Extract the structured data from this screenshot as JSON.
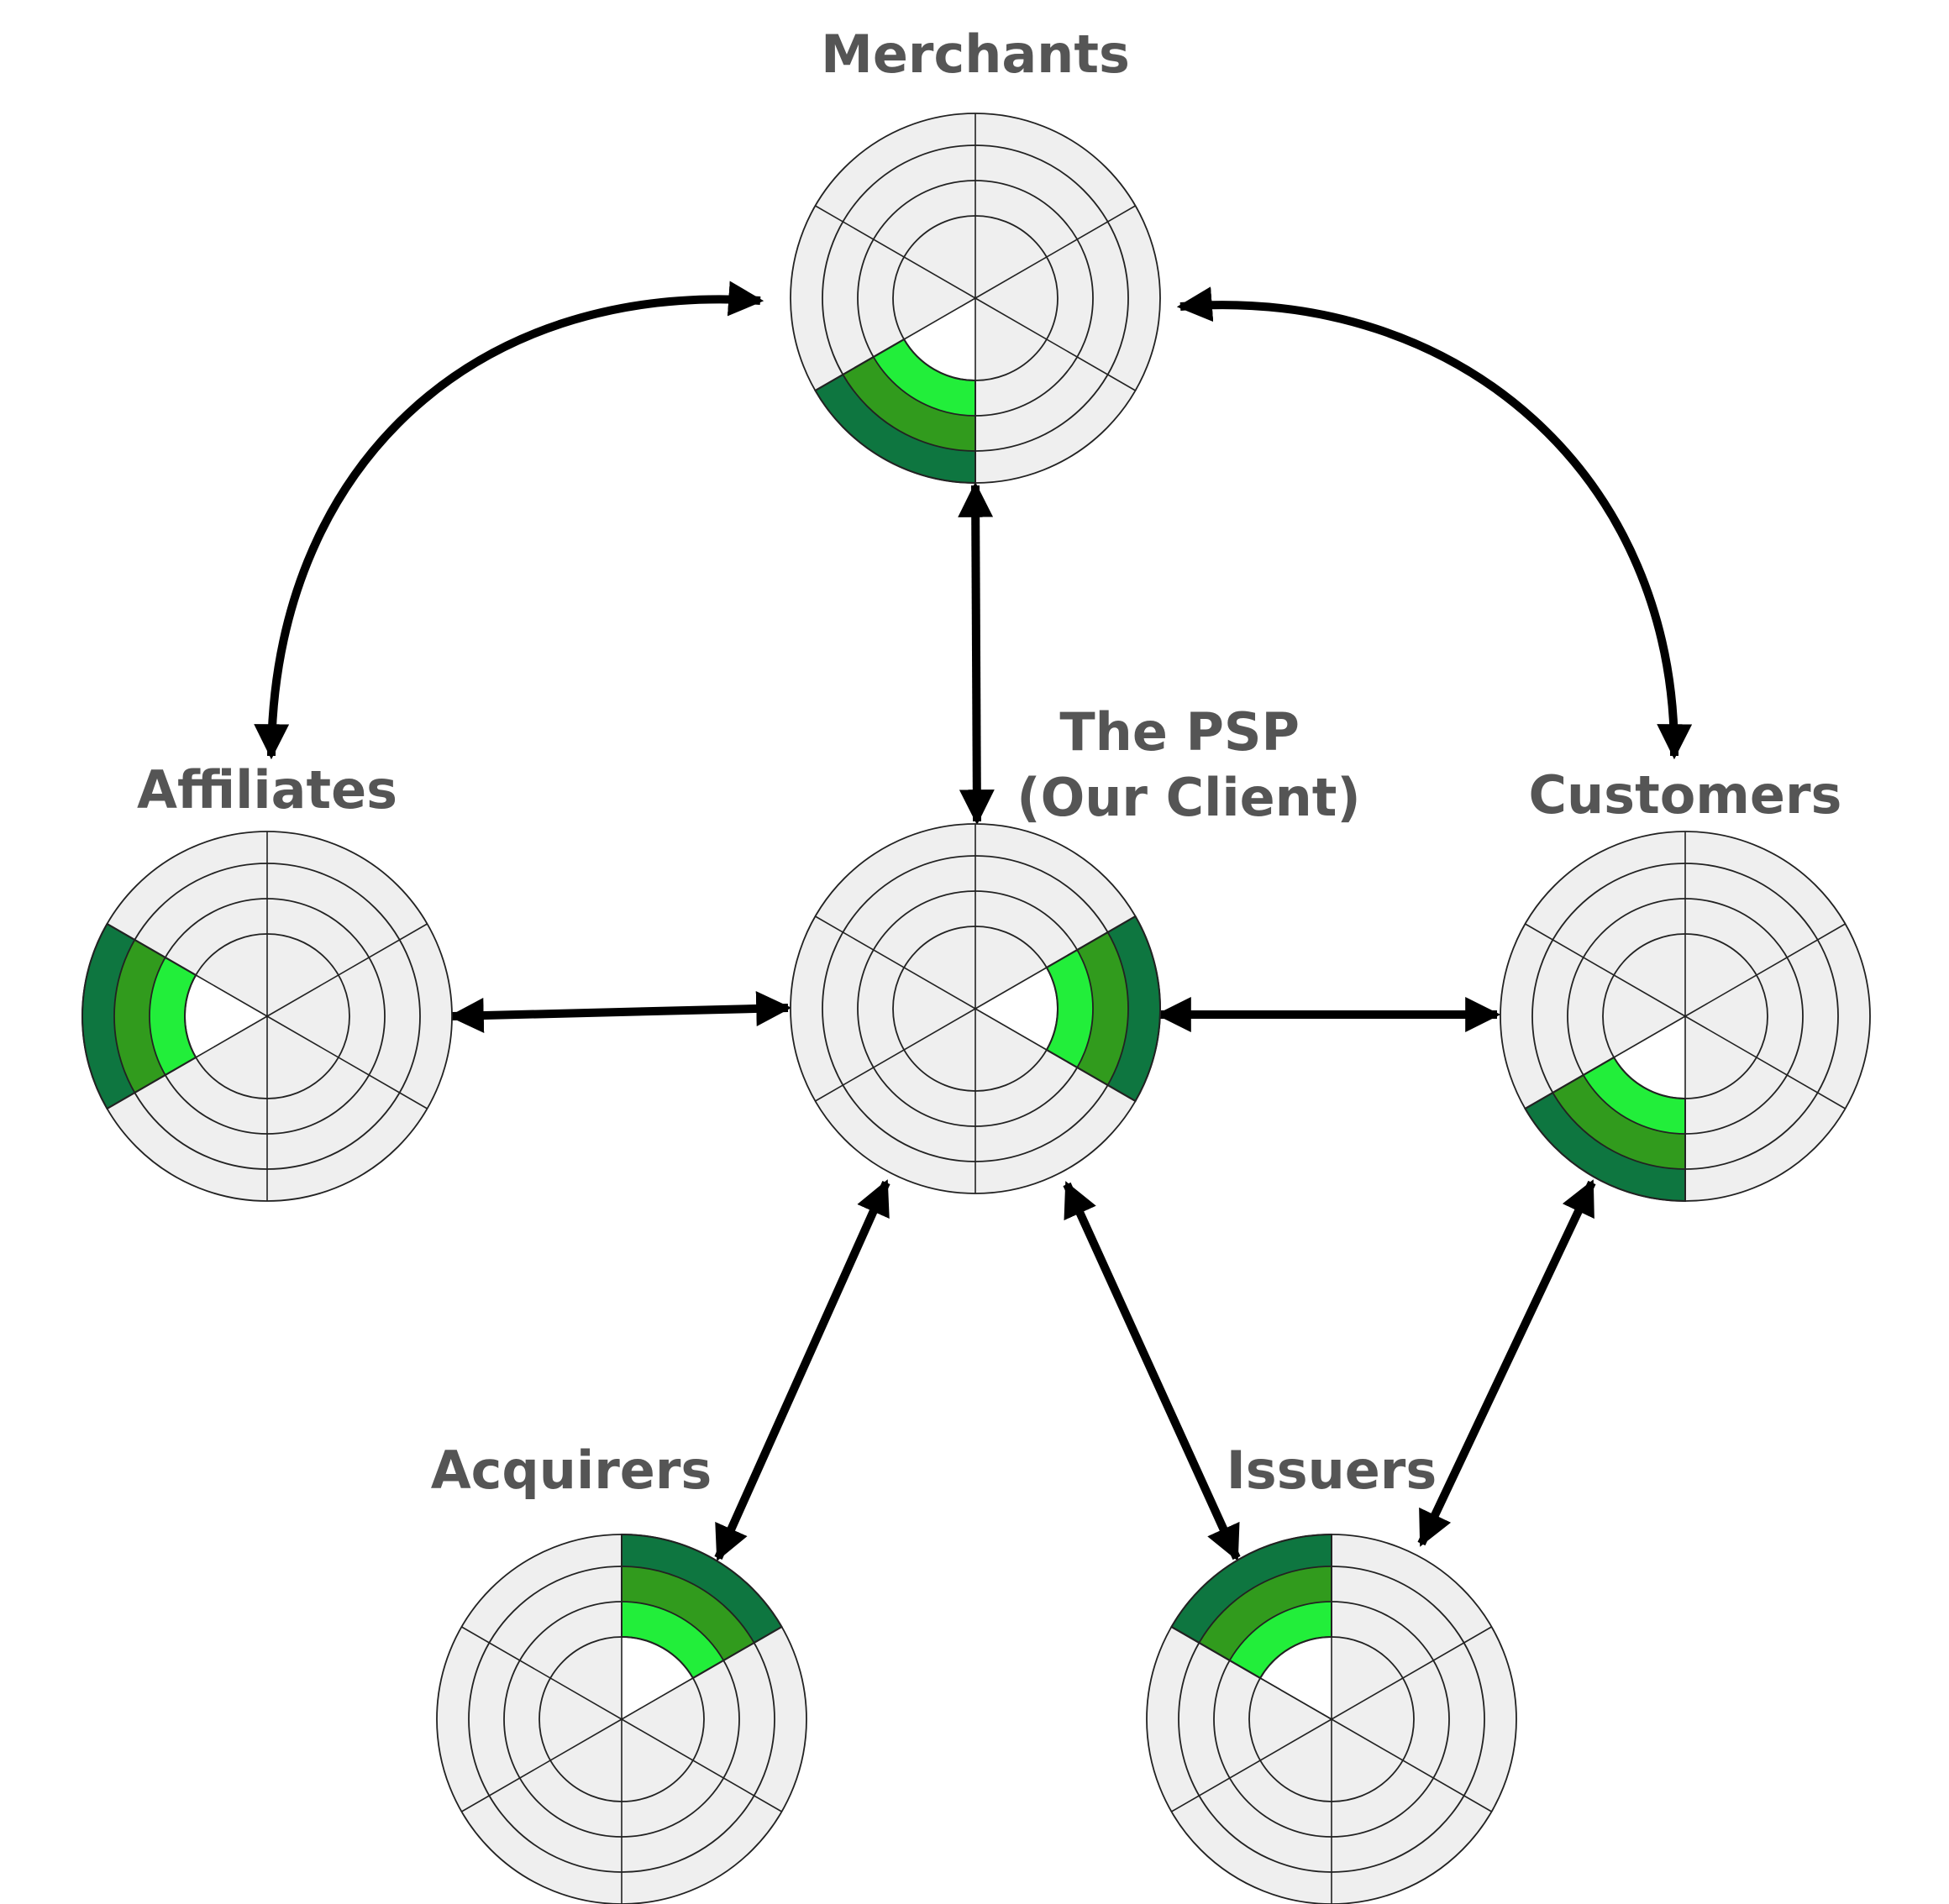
{
  "colors": {
    "ring_fill": "#efefef",
    "ring_stroke": "#222222",
    "center_hole": "#ffffff",
    "level_1": "#22ee3a",
    "level_2": "#319b1d",
    "level_3": "#0e7640",
    "arrow": "#000000",
    "label": "#555555"
  },
  "nodes": [
    {
      "id": "merchants",
      "label_lines": [
        "Merchants"
      ]
    },
    {
      "id": "psp",
      "label_lines": [
        "The PSP",
        "(Our Client)"
      ]
    },
    {
      "id": "affiliates",
      "label_lines": [
        "Affiliates"
      ]
    },
    {
      "id": "customers",
      "label_lines": [
        "Customers"
      ]
    },
    {
      "id": "acquirers",
      "label_lines": [
        "Acquirers"
      ]
    },
    {
      "id": "issuers",
      "label_lines": [
        "Issuers"
      ]
    }
  ],
  "connections": [
    {
      "from": "merchants",
      "to": "affiliates",
      "style": "curved"
    },
    {
      "from": "merchants",
      "to": "customers",
      "style": "curved"
    },
    {
      "from": "merchants",
      "to": "psp",
      "style": "straight"
    },
    {
      "from": "affiliates",
      "to": "psp",
      "style": "straight"
    },
    {
      "from": "psp",
      "to": "customers",
      "style": "straight"
    },
    {
      "from": "psp",
      "to": "acquirers",
      "style": "straight"
    },
    {
      "from": "psp",
      "to": "issuers",
      "style": "straight"
    },
    {
      "from": "customers",
      "to": "issuers",
      "style": "straight"
    }
  ]
}
